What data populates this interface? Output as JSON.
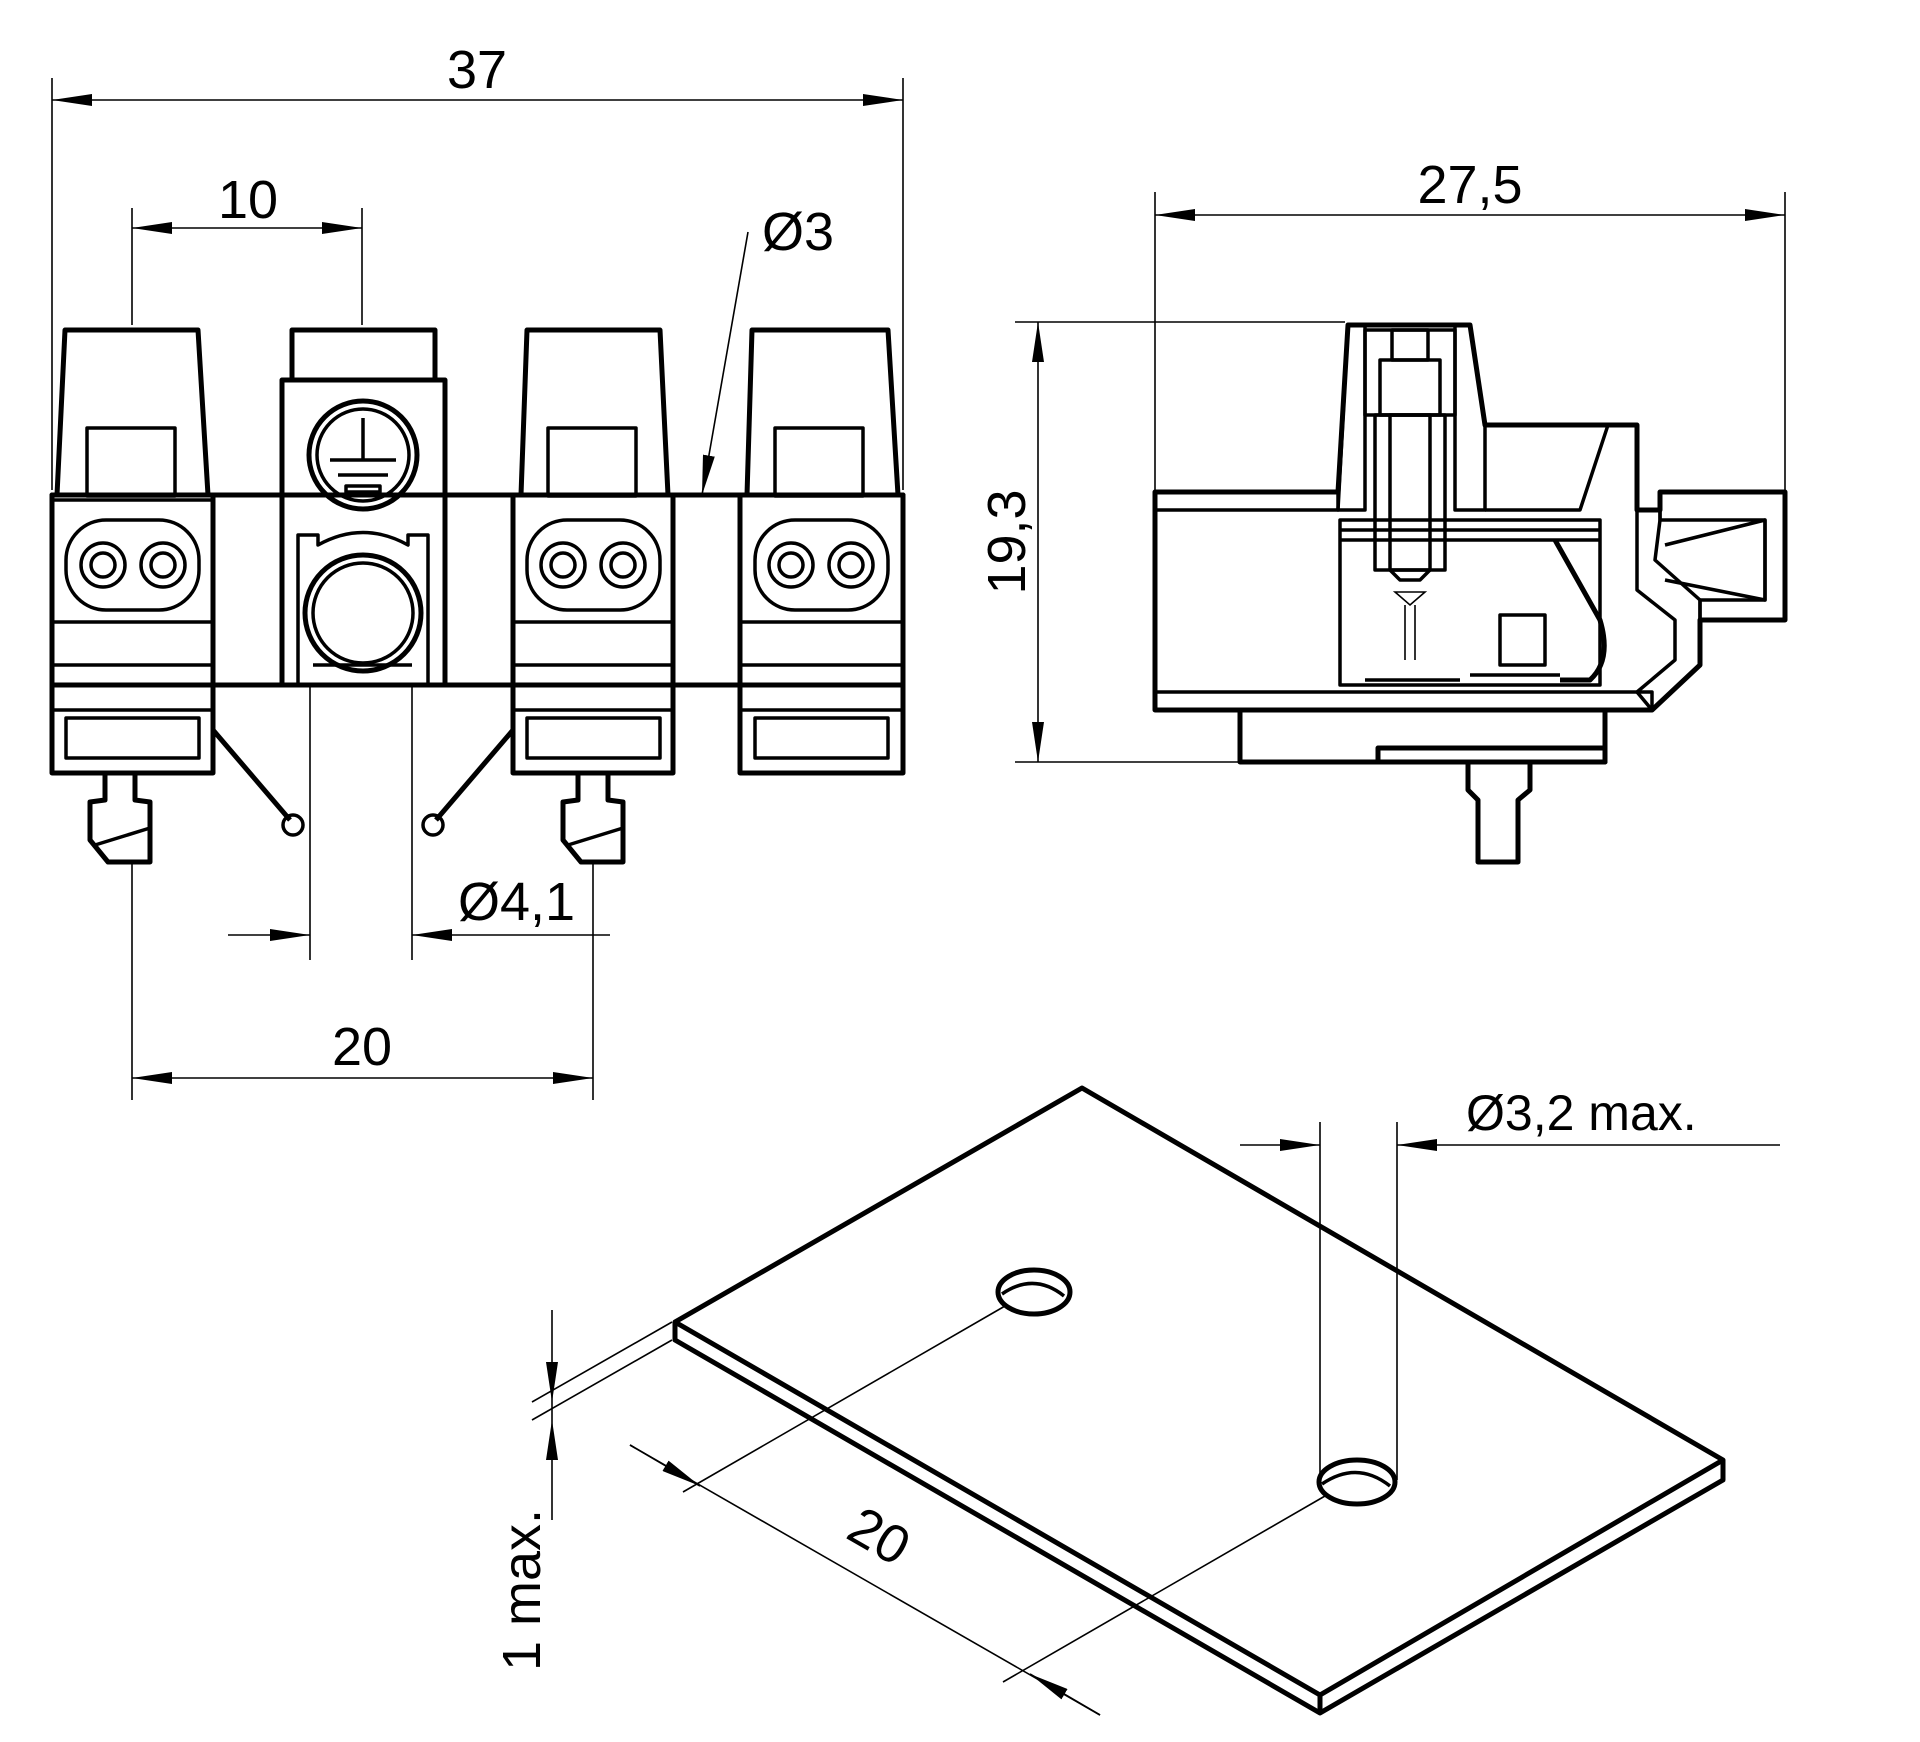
{
  "front_view": {
    "width_total": "37",
    "pitch": "10",
    "hole_diameter": "Ø3",
    "screw_diameter": "Ø4,1",
    "pin_spacing": "20"
  },
  "side_view": {
    "depth": "27,5",
    "height": "19,3"
  },
  "mounting_plate": {
    "hole_diameter": "Ø3,2 max.",
    "hole_spacing": "20",
    "thickness": "1 max."
  },
  "symbols": {
    "earth": "protective-earth-icon"
  }
}
